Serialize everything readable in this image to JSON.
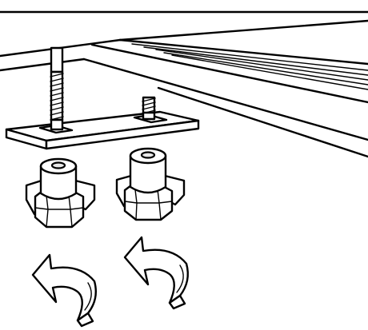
{
  "diagram": {
    "kind": "assembly-illustration",
    "parts": [
      "cabinet-underside",
      "leveling-rail",
      "threaded-bolt",
      "mounting-plate",
      "wing-nut"
    ],
    "rotation_arrows": 2,
    "text": []
  }
}
